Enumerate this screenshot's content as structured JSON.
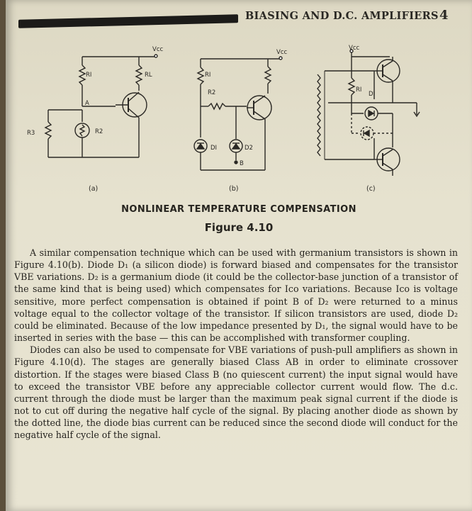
{
  "header": {
    "title": "BIASING AND D.C. AMPLIFIERS",
    "page_number": "4"
  },
  "figure": {
    "labels": {
      "vcc": "Vcc",
      "r1": "RI",
      "rl": "RL",
      "r2": "R2",
      "r3": "R3",
      "a": "A",
      "b": "B",
      "d1": "DI",
      "d2": "D2"
    },
    "captions": [
      "(a)",
      "(b)",
      "(c)"
    ],
    "title": "NONLINEAR TEMPERATURE COMPENSATION",
    "number": "Figure 4.10"
  },
  "paragraphs": [
    "A similar compensation technique which can be used with germanium transistors is shown in Figure 4.10(b). Diode D₁ (a silicon diode) is forward biased and compensates for the transistor VBE variations. D₂ is a germanium diode (it could be the collector-base junction of a transistor of the same kind that is being used) which compensates for Ico variations. Because Ico is voltage sensitive, more perfect compensation is obtained if point B of D₂ were returned to a minus voltage equal to the collector voltage of the transistor. If silicon transistors are used, diode D₂ could be eliminated. Because of the low impedance presented by D₁, the signal would have to be inserted in series with the base — this can be accomplished with transformer coupling.",
    "Diodes can also be used to compensate for VBE variations of push-pull amplifiers as shown in Figure 4.10(d). The stages are generally biased Class AB in order to eliminate crossover distortion. If the stages were biased Class B (no quiescent current) the input signal would have to exceed the transistor VBE before any appreciable collector current would flow. The d.c. current through the diode must be larger than the maximum peak signal current if the diode is not to cut off during the negative half cycle of the signal. By placing another diode as shown by the dotted line, the diode bias current can be reduced since the second diode will conduct for the negative half cycle of the signal."
  ]
}
